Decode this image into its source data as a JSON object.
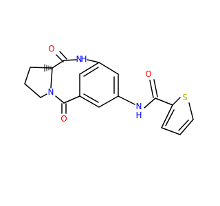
{
  "molecule": {
    "atoms": {
      "o_top": "O",
      "nh_amide_ring": "N",
      "h_amide_ring": "H",
      "n_ring": "N",
      "o_bottom": "O",
      "nh_linker": "N",
      "h_linker": "H",
      "o_linker": "O",
      "s_thiophene": "S"
    },
    "colors": {
      "oxygen": "#ff0000",
      "nitrogen": "#0000ff",
      "sulfur": "#b2b200",
      "carbon_bond": "#000000",
      "stereo_hash": "#000000"
    }
  }
}
